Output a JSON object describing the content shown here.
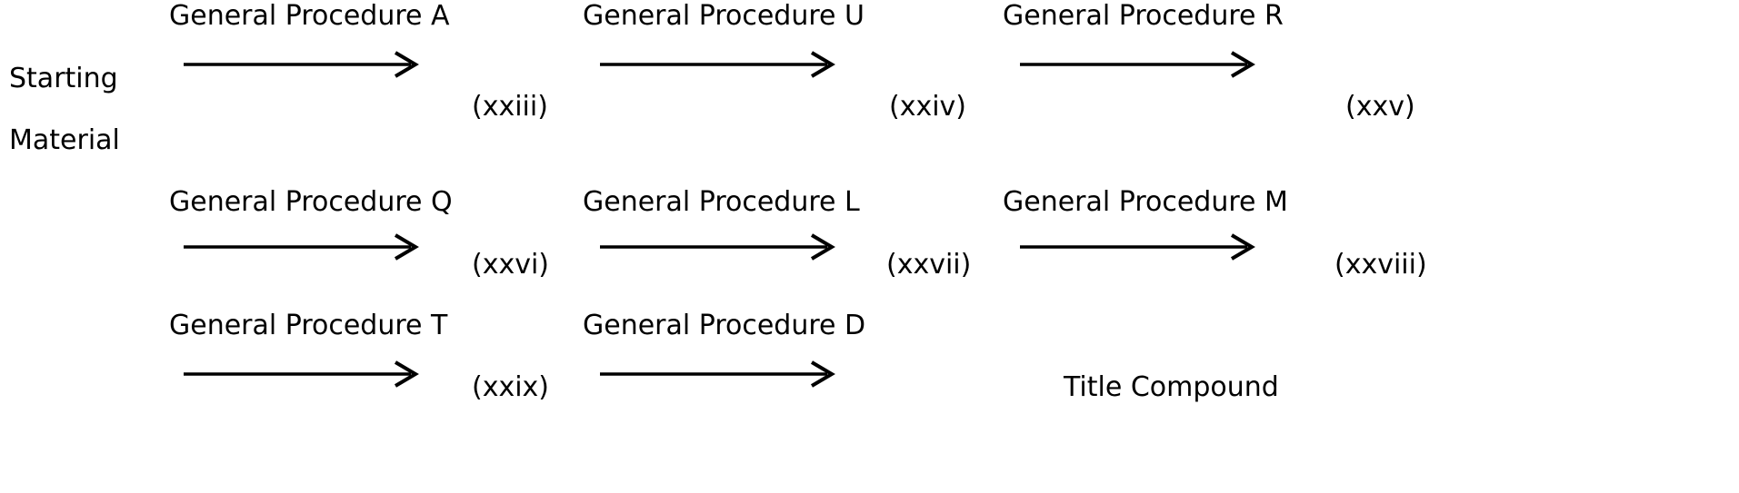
{
  "scheme": {
    "start_label_line1": "Starting",
    "start_label_line2": "Material",
    "end_label": "Title Compound",
    "stroke_color": "#000000",
    "background_color": "#ffffff",
    "rows": [
      {
        "row_index": 1,
        "steps": [
          {
            "procedure": "General Procedure A",
            "step": "(xxiii)"
          },
          {
            "procedure": "General Procedure U",
            "step": "(xxiv)"
          },
          {
            "procedure": "General Procedure R",
            "step": "(xxv)"
          }
        ]
      },
      {
        "row_index": 2,
        "steps": [
          {
            "procedure": "General Procedure Q",
            "step": "(xxvi)"
          },
          {
            "procedure": "General Procedure L",
            "step": "(xxvii)"
          },
          {
            "procedure": "General Procedure M",
            "step": "(xxviii)"
          }
        ]
      },
      {
        "row_index": 3,
        "steps": [
          {
            "procedure": "General Procedure T",
            "step": "(xxix)"
          },
          {
            "procedure": "General Procedure D",
            "step": ""
          }
        ]
      }
    ]
  }
}
